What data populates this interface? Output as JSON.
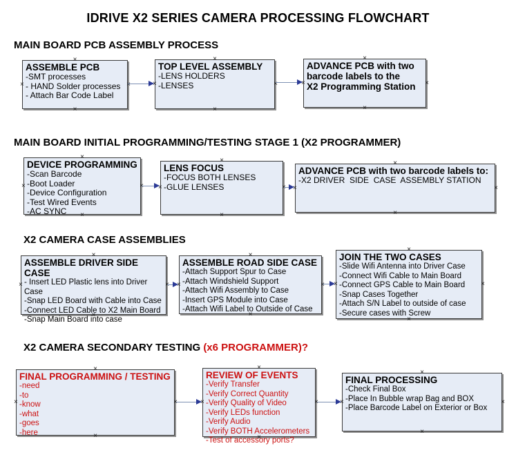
{
  "title": "IDRIVE X2  SERIES CAMERA PROCESSING FLOWCHART",
  "colors": {
    "box_fill": "#e6ecf6",
    "box_border": "#3a3a3a",
    "box_shadow": "#8f8f8f",
    "red_text": "#cc1111",
    "arrow_line": "#7d90b3",
    "arrow_head": "#2b3a96"
  },
  "sections": [
    {
      "heading": "MAIN BOARD PCB ASSEMBLY PROCESS",
      "heading_red": "",
      "boxes": [
        {
          "title": "ASSEMBLE PCB",
          "items": [
            "-SMT processes",
            "- HAND Solder processes",
            "- Attach Bar Code Label"
          ]
        },
        {
          "title": "TOP LEVEL ASSEMBLY",
          "items": [
            "-LENS HOLDERS",
            "-LENSES"
          ]
        },
        {
          "title": "ADVANCE PCB with two barcode labels to the\nX2 Programming Station",
          "items": []
        }
      ]
    },
    {
      "heading": "MAIN BOARD INITIAL PROGRAMMING/TESTING STAGE 1 (X2 PROGRAMMER)",
      "heading_red": "",
      "boxes": [
        {
          "title": "DEVICE PROGRAMMING",
          "items": [
            "-Scan Barcode",
            "-Boot Loader",
            "-Device Configuration",
            "-Test Wired Events",
            "-AC SYNC"
          ]
        },
        {
          "title": "LENS FOCUS",
          "items": [
            "-FOCUS BOTH LENSES",
            "-GLUE LENSES"
          ]
        },
        {
          "title": "ADVANCE PCB with two barcode labels to:",
          "items": [
            "-X2 DRIVER  SIDE  CASE  ASSEMBLY STATION"
          ]
        }
      ]
    },
    {
      "heading": "X2 CAMERA CASE ASSEMBLIES",
      "heading_red": "",
      "boxes": [
        {
          "title": "ASSEMBLE DRIVER SIDE CASE",
          "items": [
            "- Insert LED Plastic lens into Driver Case",
            "-Snap LED Board with Cable into Case",
            "-Connect LED Cable to X2 Main Board",
            "-Snap Main Board into case"
          ]
        },
        {
          "title": "ASSEMBLE ROAD SIDE CASE",
          "items": [
            "-Attach Support Spur to Case",
            "-Attach Windshield Support",
            "-Attach Wifi Assembly to Case",
            "-Insert GPS Module into Case",
            "-Attach Wifi Label to Outside of Case"
          ]
        },
        {
          "title": "JOIN THE TWO CASES",
          "items": [
            "-Slide Wifi Antenna into Driver Case",
            "-Connect Wifi Cable to Main Board",
            "-Connect GPS Cable to Main Board",
            "-Snap Cases Together",
            "-Attach S/N Label to outside of case",
            "-Secure cases with Screw"
          ]
        }
      ]
    },
    {
      "heading": "X2 CAMERA SECONDARY TESTING ",
      "heading_red": "(x6 PROGRAMMER)?",
      "boxes": [
        {
          "title": "FINAL PROGRAMMING / TESTING",
          "items": [
            "-need",
            "-to",
            "-know",
            "-what",
            "-goes",
            "-here"
          ]
        },
        {
          "title": "REVIEW OF EVENTS",
          "items": [
            "-Verify Transfer",
            "-Verify Correct Quantity",
            "-Verify Quality of Video",
            "-Verify LEDs function",
            "-Verify Audio",
            "-Verify BOTH Accelerometers",
            "-Test of accessory ports?"
          ]
        },
        {
          "title": "FINAL PROCESSING",
          "items": [
            "-Check Final Box",
            "-Place In Bubble wrap Bag and BOX",
            "-Place Barcode Label on Exterior or Box"
          ]
        }
      ]
    }
  ]
}
